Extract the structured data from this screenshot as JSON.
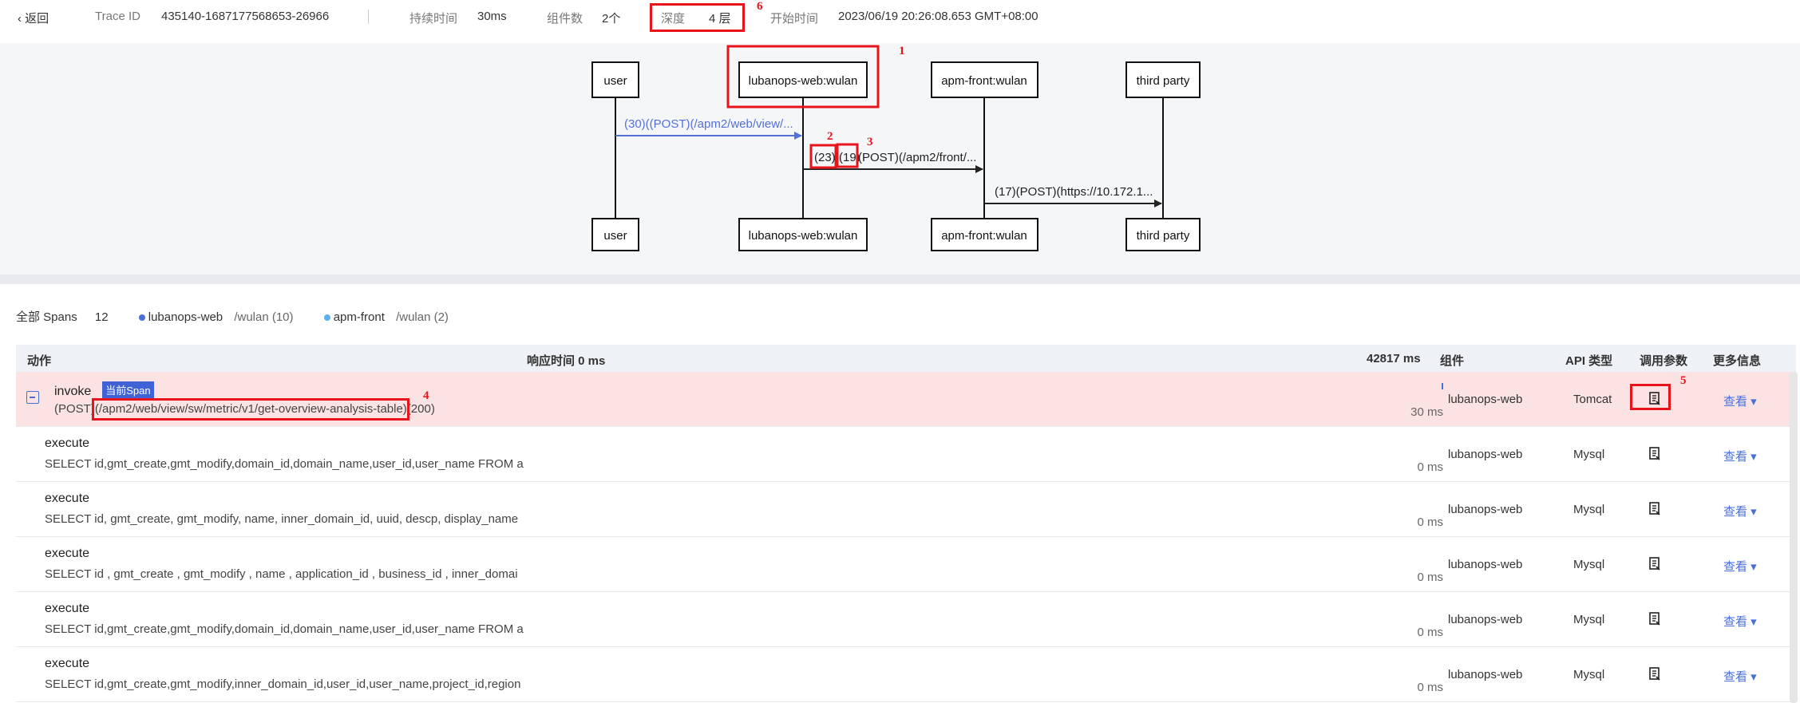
{
  "header": {
    "back_label": "返回",
    "trace_id_label": "Trace ID",
    "trace_id": "435140-1687177568653-26966",
    "duration_label": "持续时间",
    "duration": "30ms",
    "components_label": "组件数",
    "components": "2个",
    "depth_label": "深度",
    "depth": "4 层",
    "start_label": "开始时间",
    "start_time": "2023/06/19 20:26:08.653 GMT+08:00"
  },
  "annotations": [
    "1",
    "2",
    "3",
    "4",
    "5",
    "6"
  ],
  "diagram": {
    "participants_top": [
      "user",
      "lubanops-web:wulan",
      "apm-front:wulan",
      "third party"
    ],
    "participants_bottom": [
      "user",
      "lubanops-web:wulan",
      "apm-front:wulan",
      "third party"
    ],
    "messages": [
      {
        "label": "(30)((POST)(/apm2/web/view/...",
        "color": "#5470d8"
      },
      {
        "label_a": "(23)",
        "label_b": "(19)",
        "label_c": "(POST)(/apm2/front/...",
        "color": "#222222"
      },
      {
        "label": "(17)(POST)(https://10.172.1...",
        "color": "#222222"
      }
    ]
  },
  "summary": {
    "all_label": "全部 Spans",
    "all_count": "12",
    "service1_name": "lubanops-web",
    "service1_detail": "/wulan (10)",
    "service1_color": "#4a6fd8",
    "service2_name": "apm-front",
    "service2_detail": "/wulan (2)",
    "service2_color": "#5ab1ef"
  },
  "table": {
    "headers": {
      "action": "动作",
      "response": "响应时间 0 ms",
      "max": "42817 ms",
      "component": "组件",
      "api": "API 类型",
      "params": "调用参数",
      "more": "更多信息"
    },
    "current_badge": "当前Span",
    "rows": [
      {
        "name": "invoke",
        "detail_prefix": "(POST)",
        "detail_url": "(/apm2/web/view/sw/metric/v1/get-overview-analysis-table)",
        "detail_suffix": "(200)",
        "duration": "30 ms",
        "component": "lubanops-web",
        "api": "Tomcat",
        "more": "查看 ▾"
      },
      {
        "name": "execute",
        "detail": "SELECT id,gmt_create,gmt_modify,domain_id,domain_name,user_id,user_name FROM a",
        "duration": "0 ms",
        "component": "lubanops-web",
        "api": "Mysql",
        "more": "查看 ▾"
      },
      {
        "name": "execute",
        "detail": "SELECT id, gmt_create, gmt_modify, name, inner_domain_id, uuid, descp, display_name",
        "duration": "0 ms",
        "component": "lubanops-web",
        "api": "Mysql",
        "more": "查看 ▾"
      },
      {
        "name": "execute",
        "detail": "SELECT id , gmt_create , gmt_modify , name , application_id , business_id , inner_domai",
        "duration": "0 ms",
        "component": "lubanops-web",
        "api": "Mysql",
        "more": "查看 ▾"
      },
      {
        "name": "execute",
        "detail": "SELECT id,gmt_create,gmt_modify,domain_id,domain_name,user_id,user_name FROM a",
        "duration": "0 ms",
        "component": "lubanops-web",
        "api": "Mysql",
        "more": "查看 ▾"
      },
      {
        "name": "execute",
        "detail": "SELECT id,gmt_create,gmt_modify,inner_domain_id,user_id,user_name,project_id,region",
        "duration": "0 ms",
        "component": "lubanops-web",
        "api": "Mysql",
        "more": "查看 ▾"
      }
    ]
  }
}
